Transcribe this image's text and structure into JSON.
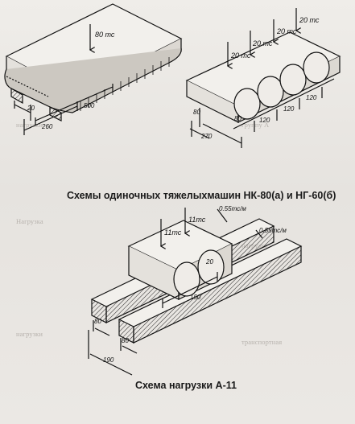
{
  "figure_1": {
    "machine_a": {
      "load_label": "80 тс",
      "dim_width": "20",
      "dim_base": "500",
      "dim_offset": "260"
    },
    "machine_b": {
      "load_1": "20 тс",
      "load_2": "20 тс",
      "load_3": "20 тс",
      "load_4": "20 тс",
      "dim_80_a": "80",
      "dim_80_b": "80",
      "dim_120_1": "120",
      "dim_120_2": "120",
      "dim_120_3": "120",
      "dim_270": "270"
    },
    "caption": "Схемы одиночных тяжелыхмашин НК-80(а) и НГ-60(б)"
  },
  "figure_2": {
    "truck_load": "11тс",
    "load_top": "11тс",
    "band_load_1": "0.55тс/м",
    "band_load_2": "0.55тс/м",
    "wheel_20": "20",
    "dim_150": "150",
    "dim_80_a": "80",
    "dim_80_b": "80",
    "dim_190": "190",
    "caption": "Схема нагрузки А-11"
  }
}
